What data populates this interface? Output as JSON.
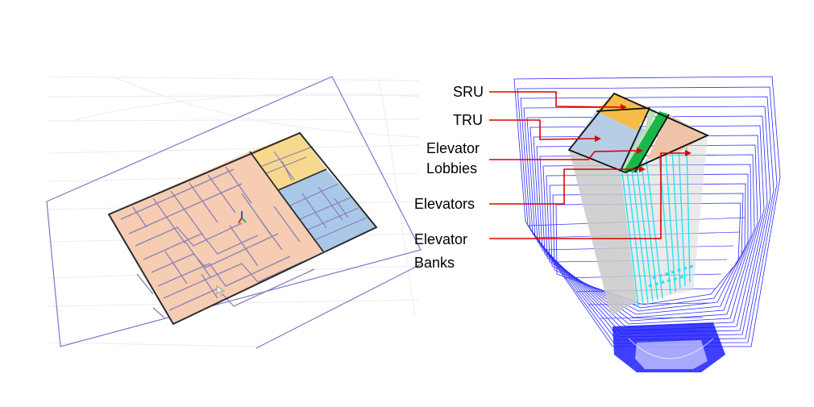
{
  "labels": {
    "sru": "SRU",
    "tru": "TRU",
    "elevator_lobbies_line1": "Elevator",
    "elevator_lobbies_line2": "Lobbies",
    "elevators": "Elevators",
    "elevator_banks_line1": "Elevator",
    "elevator_banks_line2": "Banks"
  },
  "colors": {
    "floor_zone": "#f6cdb2",
    "sru_zone": "#f7d98e",
    "tru_zone": "#a9c8e8",
    "room_lines": "#8a7fb8",
    "outline": "#2b2b2b",
    "site_boundary": "#7b78c9",
    "leader_line": "#e00000",
    "tower_wire": "#2b2bff",
    "core_wire": "#22e5ee",
    "elevator_bank": "#19b64a",
    "tower_sru": "#f5bd47",
    "tower_tru": "#b7cde6",
    "tower_zone_right": "#efc3a8"
  }
}
